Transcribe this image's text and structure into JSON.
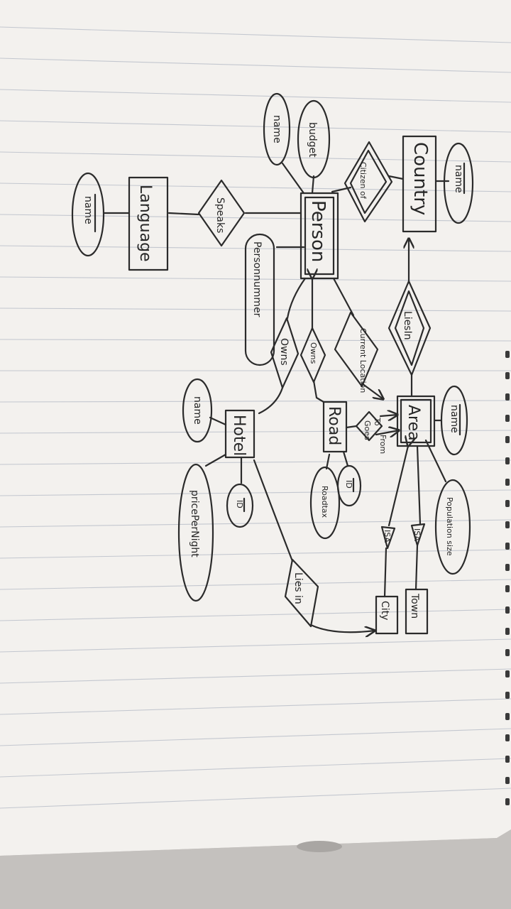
{
  "entities": {
    "country": "Country",
    "person": "Person",
    "language": "Language",
    "area": "Area",
    "road": "Road",
    "hotel": "Hotel",
    "city": "City",
    "town": "Town"
  },
  "relationships": {
    "citizen_of": "Citizen of",
    "speaks": "Speaks",
    "lies_in_area": "LiesIn",
    "current_location": "Current Location",
    "owns_hotel": "Owns",
    "owns_road": "Owns",
    "goes": "Goes",
    "to": "To",
    "from": "From",
    "lies_in_hotel": "Lies in",
    "isa_city": "ISA",
    "isa_town": "ISA"
  },
  "attributes": {
    "country_name": "name",
    "person_name": "name",
    "person_budget": "budget",
    "person_personnummer": "Personnummer",
    "language_name": "name",
    "area_name": "name",
    "area_population": "Population size",
    "road_id": "ID",
    "road_roadtax": "Roadtax",
    "hotel_name": "name",
    "hotel_id": "ID",
    "hotel_price": "pricePerNight"
  }
}
